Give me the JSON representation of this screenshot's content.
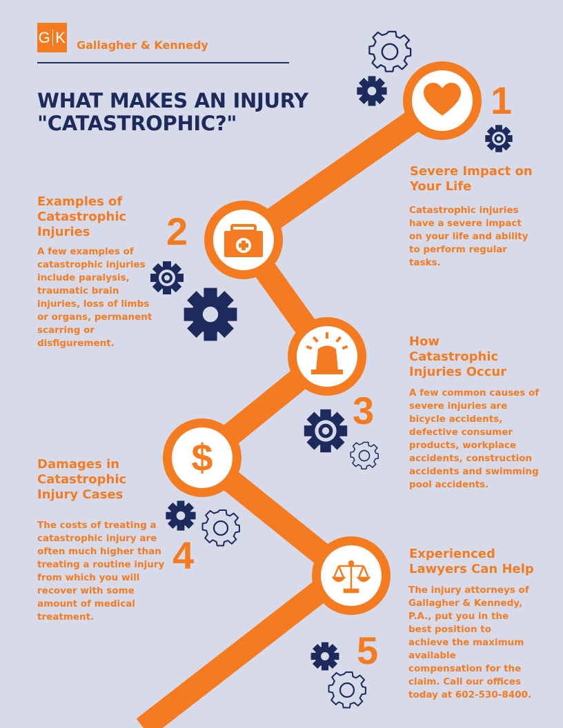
{
  "header": {
    "logo_text_left": "G",
    "logo_text_right": "K",
    "brand_name": "Gallagher & Kennedy"
  },
  "title": "WHAT MAKES AN INJURY \"CATASTROPHIC?\"",
  "colors": {
    "background": "#d6dae9",
    "accent": "#f47b20",
    "navy": "#1d2a5c",
    "white": "#ffffff"
  },
  "steps": [
    {
      "number": "1",
      "icon": "heart-icon",
      "title": "Severe Impact on Your Life",
      "body": "Catastrophic injuries have a severe impact on your life and ability to perform regular tasks."
    },
    {
      "number": "2",
      "icon": "first-aid-kit-icon",
      "title": "Examples of Catastrophic Injuries",
      "body": "A few examples of catastrophic injuries include paralysis, traumatic brain injuries, loss of limbs or organs, permanent scarring or disfigurement."
    },
    {
      "number": "3",
      "icon": "siren-icon",
      "title": "How Catastrophic Injuries Occur",
      "body": "A few common causes of severe injuries are bicycle accidents, defective consumer products, workplace accidents, construction accidents and swimming pool accidents."
    },
    {
      "number": "4",
      "icon": "dollar-icon",
      "title": "Damages in Catastrophic Injury Cases",
      "body": "The costs of treating a catastrophic injury are often much higher than treating a routine injury from which you will recover with some amount of medical treatment."
    },
    {
      "number": "5",
      "icon": "scales-icon",
      "title": "Experienced Lawyers Can Help",
      "body": "The injury attorneys of Gallagher & Kennedy, P.A., put you in the best position to achieve the maximum available compensation for the claim. Call our offices today at 602-530-8400."
    }
  ]
}
